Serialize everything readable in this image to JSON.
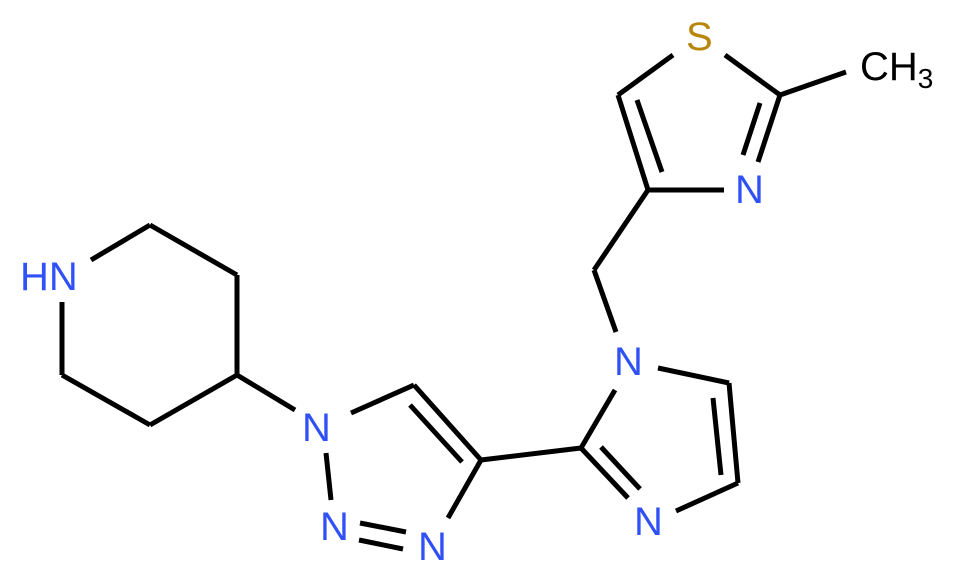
{
  "diagram": {
    "type": "chemical-structure",
    "colors": {
      "bond": "#000000",
      "nitrogen": "#3050F8",
      "sulfur": "#B8860B",
      "carbon": "#000000",
      "background": "#FFFFFF"
    },
    "labels": {
      "piperidine_nh": "HN",
      "triazole_n1": "N",
      "triazole_n2": "N",
      "triazole_n3": "N",
      "imidazole_n1": "N",
      "imidazole_n3": "N",
      "thiazole_s": "S",
      "thiazole_n": "N",
      "methyl_c": "CH",
      "methyl_sub": "3"
    },
    "fragments": [
      "piperidin-4-yl",
      "1,2,3-triazol-4-yl",
      "imidazol-2-yl",
      "methylene",
      "2-methylthiazol-4-yl"
    ]
  }
}
